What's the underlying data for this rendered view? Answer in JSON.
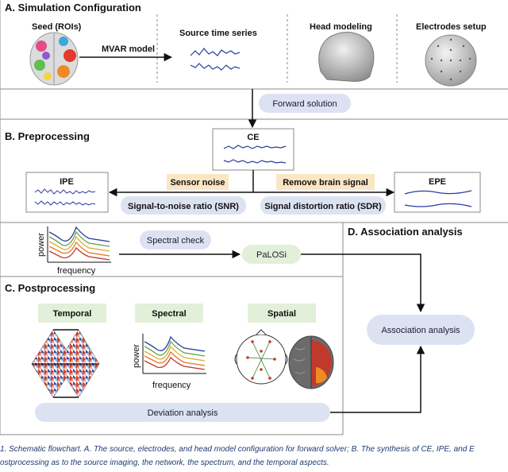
{
  "sections": {
    "a": "A. Simulation Configuration",
    "b": "B. Preprocessing",
    "c": "C. Postprocessing",
    "d": "D. Association analysis"
  },
  "config": {
    "seed": "Seed (ROIs)",
    "mvar": "MVAR model",
    "source_ts": "Source time series",
    "head": "Head modeling",
    "electrodes": "Electrodes setup"
  },
  "forward": "Forward solution",
  "pre": {
    "ce": "CE",
    "ipe": "IPE",
    "epe": "EPE",
    "sensor_noise": "Sensor noise",
    "remove_brain": "Remove brain signal",
    "snr": "Signal-to-noise ratio (SNR)",
    "sdr": "Signal distortion ratio (SDR)"
  },
  "spectral_check": {
    "axis_y": "power",
    "axis_x": "frequency",
    "label": "Spectral check",
    "palosi": "PaLOSi"
  },
  "post": {
    "temporal": "Temporal",
    "spectral": "Spectral",
    "spatial": "Spatial",
    "axis_y": "power",
    "axis_x": "frequency",
    "deviation": "Deviation analysis"
  },
  "association": "Association analysis",
  "caption": [
    "1. Schematic flowchart. A. The source, electrodes, and head model configuration for forward solver; B. The synthesis of CE, IPE, and E",
    "ostprocessing as to the source imaging, the network, the spectrum, and the temporal aspects."
  ],
  "colors": {
    "pill_blue": "#dde2f3",
    "pill_green": "#e2efd9",
    "pill_orange": "#fbe6c4",
    "frame": "#8a8a8a",
    "caption": "#1f3b73"
  },
  "icons": [
    "brain-icon",
    "head-model-icon",
    "electrode-sphere-icon",
    "eeg-topomap-icon",
    "brain-surface-icon",
    "time-matrix-icon"
  ]
}
